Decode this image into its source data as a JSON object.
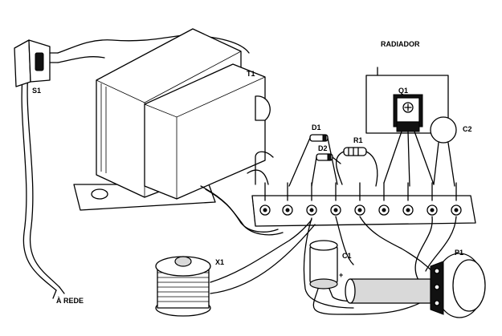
{
  "labels": {
    "s1": "S1",
    "t1": "T1",
    "radiador": "RADIADOR",
    "q1": "Q1",
    "c2": "C2",
    "d1": "D1",
    "d2": "D2",
    "r1": "R1",
    "x1": "X1",
    "c1": "C1",
    "c1_plus": "+",
    "p1": "P1",
    "rede": "À REDE"
  }
}
